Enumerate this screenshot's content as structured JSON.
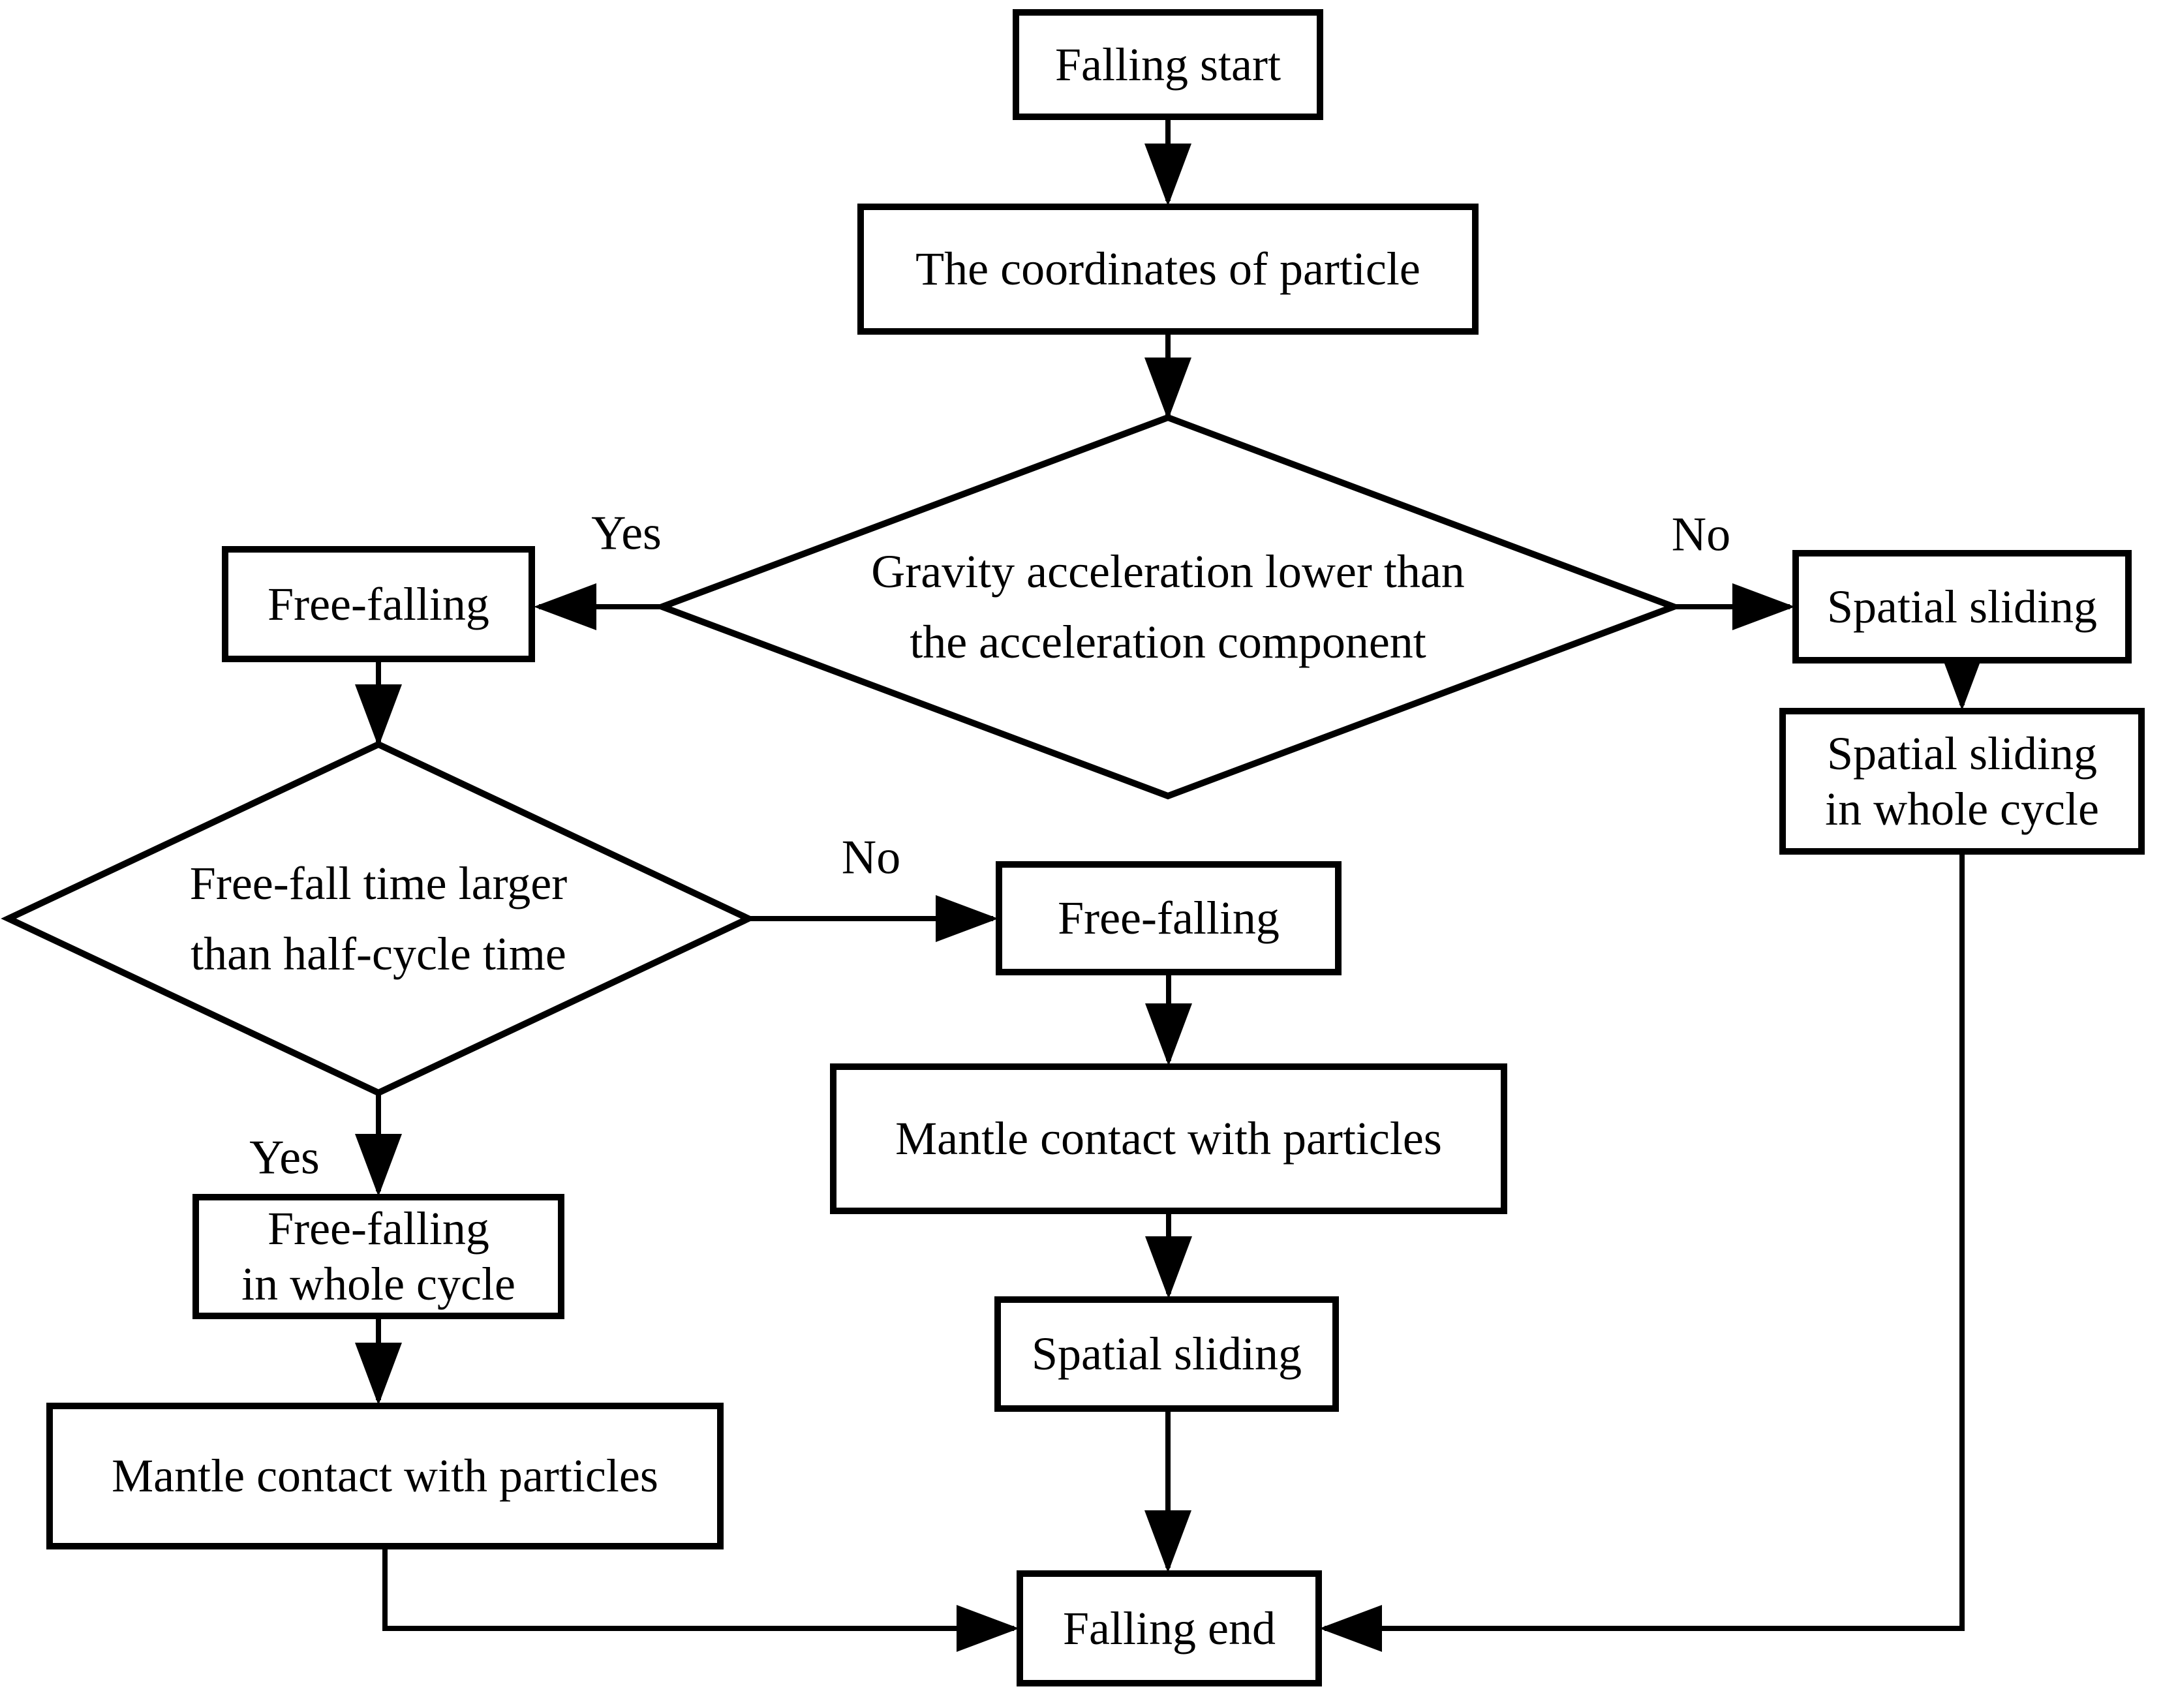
{
  "flowchart": {
    "colors": {
      "line": "#000000",
      "background": "#ffffff",
      "text": "#000000"
    },
    "nodes": {
      "falling_start": {
        "type": "terminator",
        "lines": [
          "Falling start"
        ]
      },
      "coordinates": {
        "type": "process",
        "lines": [
          "The coordinates of particle"
        ]
      },
      "decision_gravity": {
        "type": "decision",
        "lines": [
          "Gravity acceleration lower than",
          "the acceleration component"
        ]
      },
      "free_falling_left": {
        "type": "process",
        "lines": [
          "Free-falling"
        ]
      },
      "spatial_sliding_right": {
        "type": "process",
        "lines": [
          "Spatial sliding"
        ]
      },
      "spatial_sliding_whole": {
        "type": "process",
        "lines": [
          "Spatial sliding",
          "in whole cycle"
        ]
      },
      "decision_freefall_time": {
        "type": "decision",
        "lines": [
          "Free-fall time larger",
          "than half-cycle time"
        ]
      },
      "free_falling_mid": {
        "type": "process",
        "lines": [
          "Free-falling"
        ]
      },
      "free_falling_whole": {
        "type": "process",
        "lines": [
          "Free-falling",
          "in whole cycle"
        ]
      },
      "mantle_contact_left": {
        "type": "process",
        "lines": [
          "Mantle contact with particles"
        ]
      },
      "mantle_contact_mid": {
        "type": "process",
        "lines": [
          "Mantle contact with particles"
        ]
      },
      "spatial_sliding_mid": {
        "type": "process",
        "lines": [
          "Spatial sliding"
        ]
      },
      "falling_end": {
        "type": "terminator",
        "lines": [
          "Falling end"
        ]
      }
    },
    "edge_labels": {
      "yes1": "Yes",
      "no1": "No",
      "no2": "No",
      "yes2": "Yes"
    },
    "edges": [
      {
        "from": "falling_start",
        "to": "coordinates"
      },
      {
        "from": "coordinates",
        "to": "decision_gravity"
      },
      {
        "from": "decision_gravity",
        "to": "free_falling_left",
        "label": "Yes"
      },
      {
        "from": "decision_gravity",
        "to": "spatial_sliding_right",
        "label": "No"
      },
      {
        "from": "free_falling_left",
        "to": "decision_freefall_time"
      },
      {
        "from": "decision_freefall_time",
        "to": "free_falling_mid",
        "label": "No"
      },
      {
        "from": "decision_freefall_time",
        "to": "free_falling_whole",
        "label": "Yes"
      },
      {
        "from": "free_falling_whole",
        "to": "mantle_contact_left"
      },
      {
        "from": "mantle_contact_left",
        "to": "falling_end"
      },
      {
        "from": "free_falling_mid",
        "to": "mantle_contact_mid"
      },
      {
        "from": "mantle_contact_mid",
        "to": "spatial_sliding_mid"
      },
      {
        "from": "spatial_sliding_mid",
        "to": "falling_end"
      },
      {
        "from": "spatial_sliding_right",
        "to": "spatial_sliding_whole"
      },
      {
        "from": "spatial_sliding_whole",
        "to": "falling_end"
      }
    ]
  }
}
